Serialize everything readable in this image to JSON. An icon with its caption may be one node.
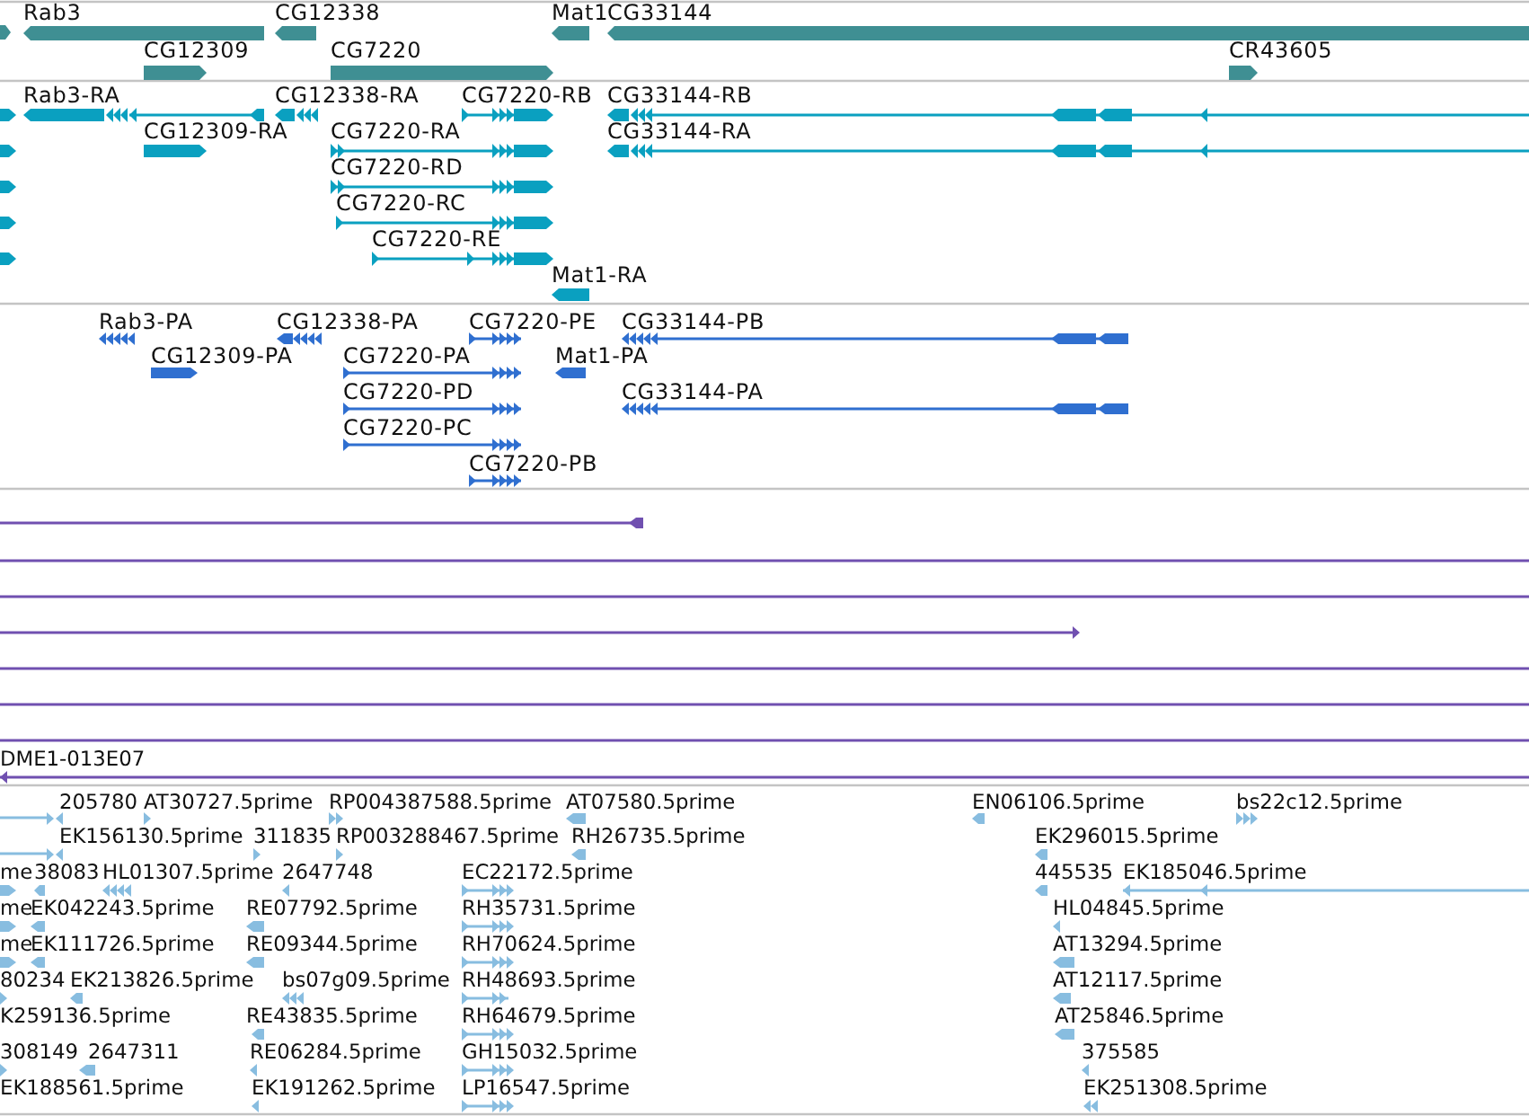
{
  "diagram": {
    "nodes": [
      {
        "text": [
          "Rab3"
        ]
      },
      {
        "text": [
          "CG12338"
        ]
      },
      {
        "text": [
          "Mat1"
        ]
      },
      {
        "text": [
          "CG33144"
        ]
      },
      {
        "text": [
          "CG12309"
        ]
      },
      {
        "text": [
          "CG7220"
        ]
      },
      {
        "text": [
          "CR43605"
        ]
      },
      {
        "text": [
          "Rab3-RA"
        ]
      },
      {
        "text": [
          "CG12338-RA"
        ]
      },
      {
        "text": [
          "CG7220-RB"
        ]
      },
      {
        "text": [
          "CG33144-RB"
        ]
      },
      {
        "text": [
          "CG12309-RA"
        ]
      },
      {
        "text": [
          "CG7220-RA"
        ]
      },
      {
        "text": [
          "CG33144-RA"
        ]
      },
      {
        "text": [
          "CG7220-RD"
        ]
      },
      {
        "text": [
          "CG7220-RC"
        ]
      },
      {
        "text": [
          "CG7220-RE"
        ]
      },
      {
        "text": [
          "Mat1-RA"
        ]
      },
      {
        "text": [
          "Rab3-PA"
        ]
      },
      {
        "text": [
          "CG12338-PA"
        ]
      },
      {
        "text": [
          "CG7220-PE"
        ]
      },
      {
        "text": [
          "CG33144-PB"
        ]
      },
      {
        "text": [
          "CG12309-PA"
        ]
      },
      {
        "text": [
          "CG7220-PA"
        ]
      },
      {
        "text": [
          "Mat1-PA"
        ]
      },
      {
        "text": [
          "CG7220-PD"
        ]
      },
      {
        "text": [
          "CG33144-PA"
        ]
      },
      {
        "text": [
          "CG7220-PC"
        ]
      },
      {
        "text": [
          "CG7220-PB"
        ]
      },
      {
        "text": [
          "DME1-013E07"
        ]
      },
      {
        "text": [
          "205780"
        ]
      },
      {
        "text": [
          "AT30727.5prime"
        ]
      },
      {
        "text": [
          "RP004387588.5prime"
        ]
      },
      {
        "text": [
          "AT07580.5prime"
        ]
      },
      {
        "text": [
          "EN06106.5prime"
        ]
      },
      {
        "text": [
          "bs22c12.5prime"
        ]
      },
      {
        "text": [
          "EK156130.5prime"
        ]
      },
      {
        "text": [
          "311835"
        ]
      },
      {
        "text": [
          "RP003288467.5prime"
        ]
      },
      {
        "text": [
          "RH26735.5prime"
        ]
      },
      {
        "text": [
          "EK296015.5prime"
        ]
      },
      {
        "text": [
          "me"
        ]
      },
      {
        "text": [
          "38083"
        ]
      },
      {
        "text": [
          "HL01307.5prime"
        ]
      },
      {
        "text": [
          "2647748"
        ]
      },
      {
        "text": [
          "EC22172.5prime"
        ]
      },
      {
        "text": [
          "445535"
        ]
      },
      {
        "text": [
          "EK185046.5prime"
        ]
      },
      {
        "text": [
          "me"
        ]
      },
      {
        "text": [
          "EK042243.5prime"
        ]
      },
      {
        "text": [
          "RE07792.5prime"
        ]
      },
      {
        "text": [
          "RH35731.5prime"
        ]
      },
      {
        "text": [
          "HL04845.5prime"
        ]
      },
      {
        "text": [
          "me"
        ]
      },
      {
        "text": [
          "EK111726.5prime"
        ]
      },
      {
        "text": [
          "RE09344.5prime"
        ]
      },
      {
        "text": [
          "RH70624.5prime"
        ]
      },
      {
        "text": [
          "AT13294.5prime"
        ]
      },
      {
        "text": [
          "80234"
        ]
      },
      {
        "text": [
          "EK213826.5prime"
        ]
      },
      {
        "text": [
          "bs07g09.5prime"
        ]
      },
      {
        "text": [
          "RH48693.5prime"
        ]
      },
      {
        "text": [
          "AT12117.5prime"
        ]
      },
      {
        "text": [
          "K259136.5prime"
        ]
      },
      {
        "text": [
          "RE43835.5prime"
        ]
      },
      {
        "text": [
          "RH64679.5prime"
        ]
      },
      {
        "text": [
          "AT25846.5prime"
        ]
      },
      {
        "text": [
          "308149"
        ]
      },
      {
        "text": [
          "2647311"
        ]
      },
      {
        "text": [
          "RE06284.5prime"
        ]
      },
      {
        "text": [
          "GH15032.5prime"
        ]
      },
      {
        "text": [
          "375585"
        ]
      },
      {
        "text": [
          "EK188561.5prime"
        ]
      },
      {
        "text": [
          "EK191262.5prime"
        ]
      },
      {
        "text": [
          "LP16547.5prime"
        ]
      },
      {
        "text": [
          "EK251308.5prime"
        ]
      }
    ]
  }
}
